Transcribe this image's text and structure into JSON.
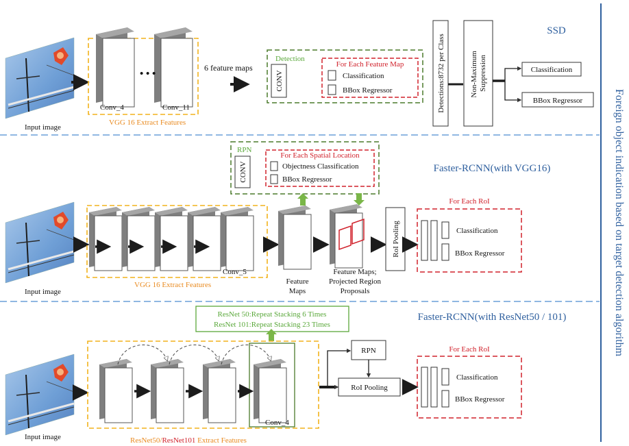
{
  "side_title": "Foreign object indication based on target detection algorithm",
  "colors": {
    "orange": "#f2b21c",
    "red": "#d0202a",
    "green": "#4a7a2a",
    "blue_divider": "#6a9fd8",
    "arrow": "#1c1c1c",
    "green_arrow": "#7ab648"
  },
  "ssd": {
    "title": "SSD",
    "input_label": "Input image",
    "conv_first": "Conv_4",
    "conv_last": "Conv_11",
    "ellipsis": "• • •",
    "extract_label": "VGG 16 Extract Features",
    "feature_maps_label": "6 feature maps",
    "detection_label": "Detection",
    "conv_box": "CONV",
    "each_map_label": "For Each Feature Map",
    "cls": "Classification",
    "bbox": "BBox Regressor",
    "detections": "Detections:8732 per Class",
    "nms": "Non-Maximum Suppression",
    "out_cls": "Classification",
    "out_bbox": "BBox Regressor"
  },
  "frcnn_vgg": {
    "title": "Faster-RCNN(with VGG16)",
    "input_label": "Input image",
    "conv_label": "Conv_5",
    "extract_label": "VGG 16 Extract Features",
    "feature_maps_1": "Feature",
    "feature_maps_2": "Maps",
    "proj_1": "Feature Maps;",
    "proj_2": "Projected Region",
    "proj_3": "Proposals",
    "rpn_label": "RPN",
    "conv_box": "CONV",
    "spatial_label": "For Each Spatial Location",
    "objectness": "Objectness Classification",
    "rpn_bbox": "BBox Regressor",
    "roi_pooling": "RoI  Pooling",
    "each_roi": "For Each RoI",
    "cls": "Classification",
    "bbox": "BBox Regressor"
  },
  "frcnn_resnet": {
    "title": "Faster-RCNN(with ResNet50 / 101)",
    "input_label": "Input image",
    "repeat_50": "ResNet 50:Repeat Stacking 6 Times",
    "repeat_101": "ResNet 101:Repeat Stacking 23 Times",
    "conv_label": "Conv_4",
    "extract_part1": "ResNet50/",
    "extract_part2": "ResNet101",
    "extract_part3": " Extract Features",
    "rpn": "RPN",
    "roi_pooling": "RoI  Pooling",
    "each_roi": "For Each RoI",
    "cls": "Classification",
    "bbox": "BBox Regressor"
  }
}
